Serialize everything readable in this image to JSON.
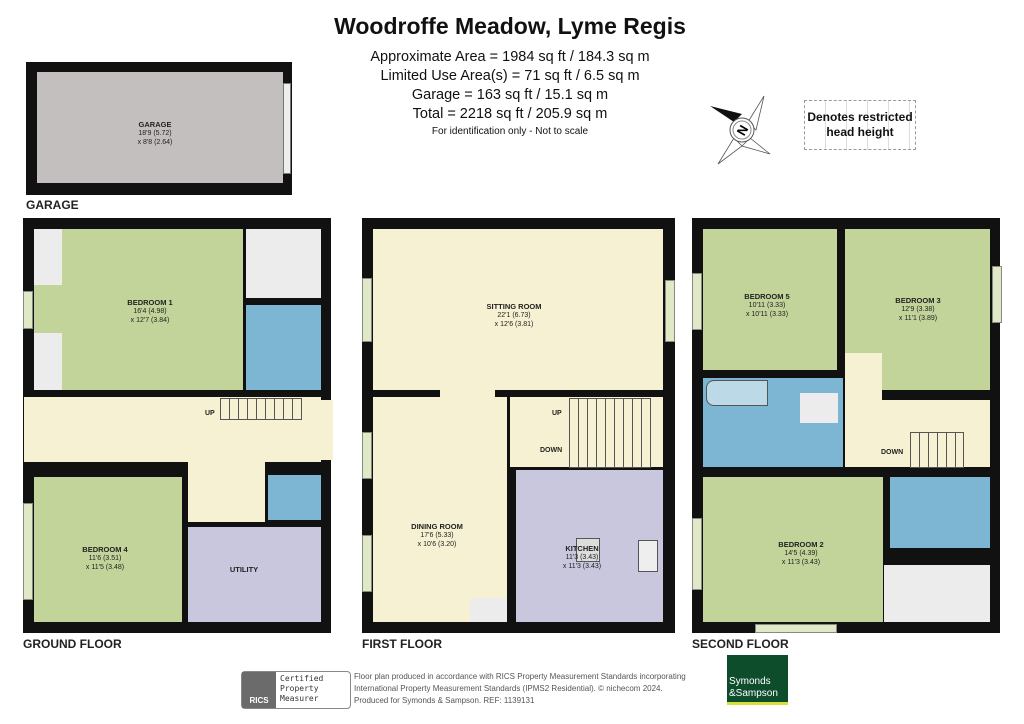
{
  "header": {
    "title": "Woodroffe Meadow, Lyme Regis",
    "areas": [
      "Approximate Area = 1984 sq ft / 184.3 sq m",
      "Limited Use Area(s) = 71 sq ft / 6.5 sq m",
      "Garage = 163 sq ft / 15.1 sq m",
      "Total = 2218 sq ft / 205.9 sq m"
    ],
    "note": "For identification only - Not to scale"
  },
  "legend": {
    "restricted": "Denotes restricted head height"
  },
  "compass": {
    "icon": "north-compass-icon",
    "letter": "N"
  },
  "garage": {
    "floor_label": "GARAGE",
    "room": {
      "name": "GARAGE",
      "dim1": "18'9 (5.72)",
      "dim2": "x 8'8 (2.64)"
    }
  },
  "ground_floor": {
    "label": "GROUND FLOOR",
    "up": "UP",
    "bedroom1": {
      "name": "BEDROOM 1",
      "dim1": "16'4 (4.98)",
      "dim2": "x 12'7 (3.84)"
    },
    "bedroom4": {
      "name": "BEDROOM 4",
      "dim1": "11'6 (3.51)",
      "dim2": "x 11'5 (3.48)"
    },
    "utility": {
      "name": "UTILITY"
    }
  },
  "first_floor": {
    "label": "FIRST FLOOR",
    "up": "UP",
    "down": "DOWN",
    "sitting": {
      "name": "SITTING ROOM",
      "dim1": "22'1 (6.73)",
      "dim2": "x 12'6 (3.81)"
    },
    "dining": {
      "name": "DINING ROOM",
      "dim1": "17'6 (5.33)",
      "dim2": "x 10'6 (3.20)"
    },
    "kitchen": {
      "name": "KITCHEN",
      "dim1": "11'3 (3.43)",
      "dim2": "x 11'3 (3.43)"
    }
  },
  "second_floor": {
    "label": "SECOND FLOOR",
    "down": "DOWN",
    "bedroom5": {
      "name": "BEDROOM 5",
      "dim1": "10'11 (3.33)",
      "dim2": "x 10'11 (3.33)"
    },
    "bedroom3": {
      "name": "BEDROOM 3",
      "dim1": "12'9 (3.38)",
      "dim2": "x 11'1 (3.89)"
    },
    "bedroom2": {
      "name": "BEDROOM 2",
      "dim1": "14'5 (4.39)",
      "dim2": "x 11'3 (3.43)"
    }
  },
  "footer": {
    "rics": {
      "logo_text": "RICS",
      "badge": [
        "Certified",
        "Property",
        "Measurer"
      ]
    },
    "disclaimer": [
      "Floor plan produced in accordance with RICS Property Measurement Standards incorporating",
      "International Property Measurement Standards (IPMS2 Residential).  © nichecom 2024.",
      "Produced for Symonds & Sampson.   REF: 1139131"
    ],
    "agent": {
      "line1": "Symonds",
      "line2": "&Sampson",
      "color": "#0e4d2c",
      "accent": "#d8df3a"
    }
  },
  "colors": {
    "bedroom": "#c3d49b",
    "bathroom": "#7db6d3",
    "hall": "#f6f1d2",
    "utility": "#c8c7de",
    "garage": "#c3bfbf",
    "wall": "#111111"
  }
}
